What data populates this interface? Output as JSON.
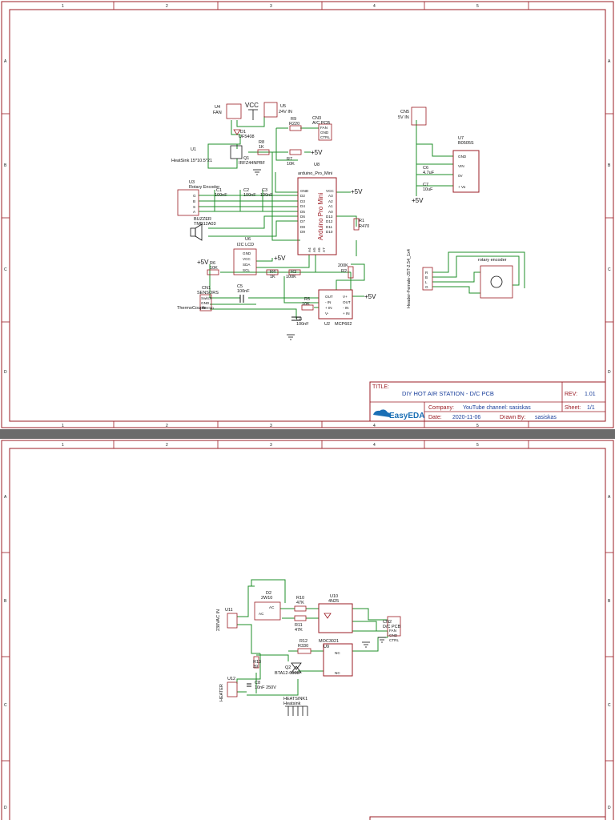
{
  "frame": {
    "columns": [
      "1",
      "2",
      "3",
      "4",
      "5"
    ],
    "rows": [
      "A",
      "B",
      "C",
      "D"
    ]
  },
  "title_block": {
    "title_label": "TITLE:",
    "title": "DIY HOT AIR STATION - D/C PCB",
    "rev_label": "REV:",
    "rev": "1.01",
    "company_label": "Company:",
    "company": "YouTube channel: sasiskas",
    "sheet_label": "Sheet:",
    "sheet": "1/1",
    "date_label": "Date:",
    "date": "2020-11-06",
    "drawn_label": "Drawn By:",
    "drawn_by": "sasiskas",
    "brand": "EasyEDA"
  },
  "sheet1": {
    "u4_ref": "U4",
    "u4_val": "FAN",
    "vcc": "VCC",
    "u5_ref": "U5",
    "u5_val": "24V IN",
    "cn5_ref": "CN5",
    "cn5_val": "5V IN",
    "d1_ref": "D1",
    "d1_val": "UF5408",
    "r8_ref": "R8",
    "r8_val": "1K",
    "r9_ref": "R9",
    "r9_val": "R220",
    "cn3_ref": "CN3",
    "cn3_val": "A/C PCB",
    "cn3_pins": [
      "FAN",
      "GND",
      "CTRL"
    ],
    "u1_ref": "U1",
    "u1_val": "HeatSink 15*10.5*21",
    "q1_ref": "Q1",
    "q1_val": "IRFZ44NPBF",
    "r7_ref": "R7",
    "r7_val": "10K",
    "plus5v": "+5V",
    "u8_ref": "U8",
    "u8_val": "arduino_Pro_Mini",
    "u8_body": "Arduino Pro Mini",
    "u8_left_pins": [
      "GND",
      "D2",
      "D3",
      "D4",
      "D5",
      "D6",
      "D7",
      "D8",
      "D9"
    ],
    "u8_right_pins": [
      "VCC",
      "A3",
      "A2",
      "A1",
      "A0",
      "D13",
      "D12",
      "D11",
      "D10"
    ],
    "u8_bottom_pins": [
      "A4",
      "A5",
      "A6",
      "A7"
    ],
    "u3_ref": "U3",
    "u3_val": "Rotary Encoder",
    "u3_pins": [
      "G",
      "B",
      "S",
      "A"
    ],
    "c1_ref": "C1",
    "c1_val": "100nF",
    "c2_ref": "C2",
    "c2_val": "100nF",
    "c3_ref": "C3",
    "c3_val": "100nF",
    "buzzer_ref": "BUZZER",
    "buzzer_val": "TMB12A03",
    "r1_ref": "R1",
    "r1_val": "R470",
    "u6_ref": "U6",
    "u6_val": "I2C LCD",
    "u6_pins": [
      "GND",
      "VCC",
      "SDA",
      "SCL"
    ],
    "r6_ref": "R6",
    "r6_val": "10K",
    "r4_ref": "R4",
    "r4_val": "1K",
    "r3_ref": "R3",
    "r3_val": "100K",
    "r2_ref": "R2",
    "r2_val": "200K",
    "cn1_ref": "CN1",
    "cn1_val": "SENSORS",
    "cn1_pins": [
      "Switch",
      "GND",
      "Thermo"
    ],
    "cn1_tag": "ThermoCouple",
    "c5_ref": "C5",
    "c5_val": "100nF",
    "r5_ref": "R5",
    "r5_val": "10K",
    "c4_ref": "C4",
    "c4_val": "100nF",
    "u2_ref": "U2",
    "u2_val": "MCP602",
    "u2_left_pins": [
      "OUT",
      "- IN",
      "+ IN",
      "V-"
    ],
    "u2_right_pins": [
      "V+",
      "OUT",
      "- IN",
      "+ IN"
    ],
    "u7_ref": "U7",
    "u7_val": "B0505S",
    "u7_pins": [
      "GND",
      "VIN",
      "0V",
      "+ Vo"
    ],
    "c6_ref": "C6",
    "c6_val": "4.7uF",
    "c7_ref": "C7",
    "c7_val": "10uF",
    "header_tag": "Header-Female-JST-2.54_1x4",
    "header_pins": [
      "R",
      "B",
      "L",
      "G"
    ],
    "enc_label": "rotary encoder"
  },
  "sheet2": {
    "u11_ref": "U11",
    "u11_val": "230VAC IN",
    "d2_ref": "D2",
    "d2_val": "2W10",
    "r10_ref": "R10",
    "r10_val": "47K",
    "r11_ref": "R11",
    "r11_val": "47K",
    "u10_ref": "U10",
    "u10_val": "4N25",
    "cn2_ref": "CN2",
    "cn2_val": "D/C PCB",
    "cn2_pins": [
      "FAN",
      "GND",
      "CTRL"
    ],
    "r12_ref": "R12",
    "r12_val": "R330",
    "u9_ref": "U9",
    "u9_val": "MOC3021",
    "nc": "NC",
    "r13_ref": "R13",
    "r13_val": "39",
    "q2_ref": "Q2",
    "q2_val": "BTA12-600B",
    "c8_ref": "C8",
    "c8_val": "10nF 250V",
    "u12_ref": "U12",
    "u12_val": "HEATER",
    "hs_ref": "HEATSINK1",
    "hs_val": "Heatsink",
    "ac": "AC"
  },
  "colors": {
    "frame": "#9b1c24",
    "wire": "#1f8f2a",
    "component": "#9b1c24",
    "title_value": "#1a3f9b",
    "brand": "#1a6fb5"
  }
}
